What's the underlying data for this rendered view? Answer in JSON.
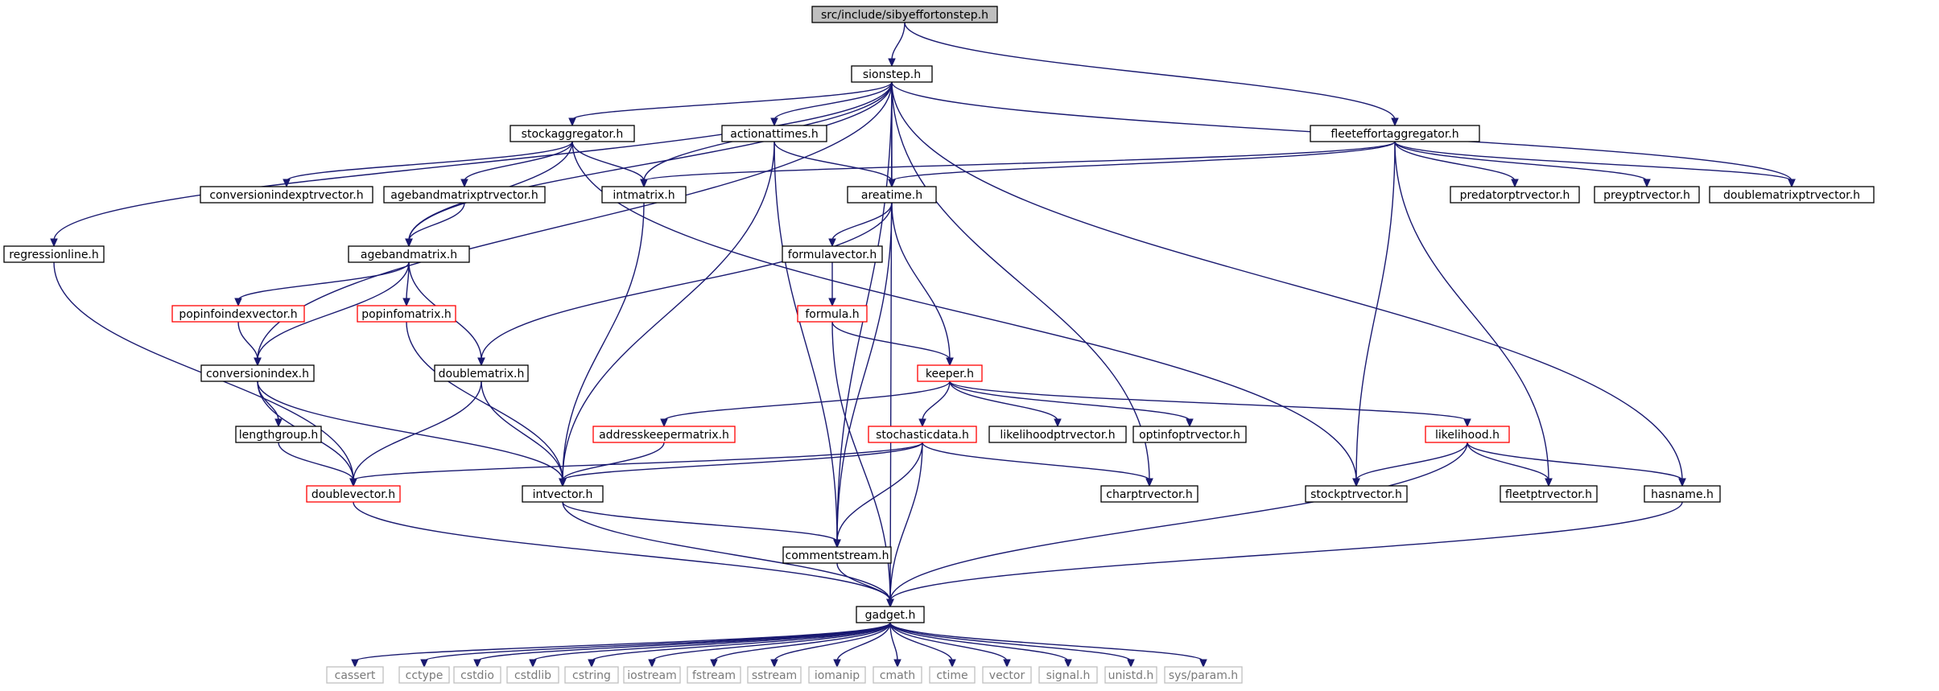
{
  "graph": {
    "colors": {
      "edge": "#191970",
      "node_border": "#000000",
      "incomplete_border": "#ff0000",
      "system_border": "#bfbfbf",
      "root_fill": "#bfbfbf",
      "fill": "#ffffff",
      "system_text": "#7a7a7a"
    },
    "nodes": [
      {
        "id": "root",
        "label": "src/include/sibyeffortonstep.h",
        "kind": "root"
      },
      {
        "id": "sionstep",
        "label": "sionstep.h",
        "kind": "normal"
      },
      {
        "id": "stockaggregator",
        "label": "stockaggregator.h",
        "kind": "normal"
      },
      {
        "id": "actionattimes",
        "label": "actionattimes.h",
        "kind": "normal"
      },
      {
        "id": "fleeteffortaggregator",
        "label": "fleeteffortaggregator.h",
        "kind": "normal"
      },
      {
        "id": "conversionindexptrvector",
        "label": "conversionindexptrvector.h",
        "kind": "normal"
      },
      {
        "id": "agebandmatrixptrvector",
        "label": "agebandmatrixptrvector.h",
        "kind": "normal"
      },
      {
        "id": "intmatrix",
        "label": "intmatrix.h",
        "kind": "normal"
      },
      {
        "id": "areatime",
        "label": "areatime.h",
        "kind": "normal"
      },
      {
        "id": "predatorptrvector",
        "label": "predatorptrvector.h",
        "kind": "normal"
      },
      {
        "id": "preyptrvector",
        "label": "preyptrvector.h",
        "kind": "normal"
      },
      {
        "id": "doublematrixptrvector",
        "label": "doublematrixptrvector.h",
        "kind": "normal"
      },
      {
        "id": "regressionline",
        "label": "regressionline.h",
        "kind": "normal"
      },
      {
        "id": "agebandmatrix",
        "label": "agebandmatrix.h",
        "kind": "normal"
      },
      {
        "id": "formulavector",
        "label": "formulavector.h",
        "kind": "normal"
      },
      {
        "id": "popinfoindexvector",
        "label": "popinfoindexvector.h",
        "kind": "incomplete"
      },
      {
        "id": "popinfomatrix",
        "label": "popinfomatrix.h",
        "kind": "incomplete"
      },
      {
        "id": "formula",
        "label": "formula.h",
        "kind": "incomplete"
      },
      {
        "id": "conversionindex",
        "label": "conversionindex.h",
        "kind": "normal"
      },
      {
        "id": "doublematrix",
        "label": "doublematrix.h",
        "kind": "normal"
      },
      {
        "id": "keeper",
        "label": "keeper.h",
        "kind": "incomplete"
      },
      {
        "id": "lengthgroup",
        "label": "lengthgroup.h",
        "kind": "normal"
      },
      {
        "id": "addresskeepermatrix",
        "label": "addresskeepermatrix.h",
        "kind": "incomplete"
      },
      {
        "id": "stochasticdata",
        "label": "stochasticdata.h",
        "kind": "incomplete"
      },
      {
        "id": "likelihoodptrvector",
        "label": "likelihoodptrvector.h",
        "kind": "normal"
      },
      {
        "id": "optinfoptrvector",
        "label": "optinfoptrvector.h",
        "kind": "normal"
      },
      {
        "id": "likelihood",
        "label": "likelihood.h",
        "kind": "incomplete"
      },
      {
        "id": "doublevector",
        "label": "doublevector.h",
        "kind": "incomplete"
      },
      {
        "id": "intvector",
        "label": "intvector.h",
        "kind": "normal"
      },
      {
        "id": "charptrvector",
        "label": "charptrvector.h",
        "kind": "normal"
      },
      {
        "id": "stockptrvector",
        "label": "stockptrvector.h",
        "kind": "normal"
      },
      {
        "id": "fleetptrvector",
        "label": "fleetptrvector.h",
        "kind": "normal"
      },
      {
        "id": "hasname",
        "label": "hasname.h",
        "kind": "normal"
      },
      {
        "id": "commentstream",
        "label": "commentstream.h",
        "kind": "normal"
      },
      {
        "id": "gadget",
        "label": "gadget.h",
        "kind": "normal"
      },
      {
        "id": "cassert",
        "label": "cassert",
        "kind": "system"
      },
      {
        "id": "cctype",
        "label": "cctype",
        "kind": "system"
      },
      {
        "id": "cstdio",
        "label": "cstdio",
        "kind": "system"
      },
      {
        "id": "cstdlib",
        "label": "cstdlib",
        "kind": "system"
      },
      {
        "id": "cstring",
        "label": "cstring",
        "kind": "system"
      },
      {
        "id": "iostream",
        "label": "iostream",
        "kind": "system"
      },
      {
        "id": "fstream",
        "label": "fstream",
        "kind": "system"
      },
      {
        "id": "sstream",
        "label": "sstream",
        "kind": "system"
      },
      {
        "id": "iomanip",
        "label": "iomanip",
        "kind": "system"
      },
      {
        "id": "cmath",
        "label": "cmath",
        "kind": "system"
      },
      {
        "id": "ctime",
        "label": "ctime",
        "kind": "system"
      },
      {
        "id": "vector",
        "label": "vector",
        "kind": "system"
      },
      {
        "id": "signal",
        "label": "signal.h",
        "kind": "system"
      },
      {
        "id": "unistd",
        "label": "unistd.h",
        "kind": "system"
      },
      {
        "id": "sysparam",
        "label": "sys/param.h",
        "kind": "system"
      }
    ],
    "edges": [
      [
        "root",
        "sionstep"
      ],
      [
        "root",
        "fleeteffortaggregator"
      ],
      [
        "sionstep",
        "stockaggregator"
      ],
      [
        "sionstep",
        "actionattimes"
      ],
      [
        "sionstep",
        "intmatrix"
      ],
      [
        "sionstep",
        "areatime"
      ],
      [
        "sionstep",
        "doublematrixptrvector"
      ],
      [
        "sionstep",
        "regressionline"
      ],
      [
        "sionstep",
        "agebandmatrix"
      ],
      [
        "sionstep",
        "conversionindex"
      ],
      [
        "sionstep",
        "charptrvector"
      ],
      [
        "sionstep",
        "commentstream"
      ],
      [
        "sionstep",
        "hasname"
      ],
      [
        "sionstep",
        "gadget"
      ],
      [
        "stockaggregator",
        "conversionindexptrvector"
      ],
      [
        "stockaggregator",
        "agebandmatrixptrvector"
      ],
      [
        "stockaggregator",
        "intmatrix"
      ],
      [
        "stockaggregator",
        "agebandmatrix"
      ],
      [
        "stockaggregator",
        "stockptrvector"
      ],
      [
        "actionattimes",
        "areatime"
      ],
      [
        "actionattimes",
        "intvector"
      ],
      [
        "actionattimes",
        "commentstream"
      ],
      [
        "fleeteffortaggregator",
        "intmatrix"
      ],
      [
        "fleeteffortaggregator",
        "areatime"
      ],
      [
        "fleeteffortaggregator",
        "predatorptrvector"
      ],
      [
        "fleeteffortaggregator",
        "preyptrvector"
      ],
      [
        "fleeteffortaggregator",
        "doublematrixptrvector"
      ],
      [
        "fleeteffortaggregator",
        "stockptrvector"
      ],
      [
        "fleeteffortaggregator",
        "fleetptrvector"
      ],
      [
        "agebandmatrixptrvector",
        "agebandmatrix"
      ],
      [
        "intmatrix",
        "intvector"
      ],
      [
        "areatime",
        "formulavector"
      ],
      [
        "areatime",
        "doublematrix"
      ],
      [
        "areatime",
        "keeper"
      ],
      [
        "areatime",
        "commentstream"
      ],
      [
        "regressionline",
        "doublevector"
      ],
      [
        "agebandmatrix",
        "popinfoindexvector"
      ],
      [
        "agebandmatrix",
        "popinfomatrix"
      ],
      [
        "agebandmatrix",
        "conversionindex"
      ],
      [
        "agebandmatrix",
        "doublematrix"
      ],
      [
        "formulavector",
        "formula"
      ],
      [
        "popinfoindexvector",
        "conversionindex"
      ],
      [
        "popinfomatrix",
        "intvector"
      ],
      [
        "formula",
        "keeper"
      ],
      [
        "formula",
        "gadget"
      ],
      [
        "conversionindex",
        "lengthgroup"
      ],
      [
        "conversionindex",
        "doublevector"
      ],
      [
        "conversionindex",
        "intvector"
      ],
      [
        "doublematrix",
        "doublevector"
      ],
      [
        "doublematrix",
        "intvector"
      ],
      [
        "keeper",
        "addresskeepermatrix"
      ],
      [
        "keeper",
        "stochasticdata"
      ],
      [
        "keeper",
        "likelihoodptrvector"
      ],
      [
        "keeper",
        "optinfoptrvector"
      ],
      [
        "keeper",
        "likelihood"
      ],
      [
        "lengthgroup",
        "doublevector"
      ],
      [
        "addresskeepermatrix",
        "intvector"
      ],
      [
        "stochasticdata",
        "doublevector"
      ],
      [
        "stochasticdata",
        "intvector"
      ],
      [
        "stochasticdata",
        "charptrvector"
      ],
      [
        "stochasticdata",
        "commentstream"
      ],
      [
        "stochasticdata",
        "gadget"
      ],
      [
        "likelihood",
        "stockptrvector"
      ],
      [
        "likelihood",
        "fleetptrvector"
      ],
      [
        "likelihood",
        "hasname"
      ],
      [
        "likelihood",
        "gadget"
      ],
      [
        "doublevector",
        "gadget"
      ],
      [
        "intvector",
        "commentstream"
      ],
      [
        "intvector",
        "gadget"
      ],
      [
        "commentstream",
        "gadget"
      ],
      [
        "hasname",
        "gadget"
      ],
      [
        "gadget",
        "cassert"
      ],
      [
        "gadget",
        "cctype"
      ],
      [
        "gadget",
        "cstdio"
      ],
      [
        "gadget",
        "cstdlib"
      ],
      [
        "gadget",
        "cstring"
      ],
      [
        "gadget",
        "iostream"
      ],
      [
        "gadget",
        "fstream"
      ],
      [
        "gadget",
        "sstream"
      ],
      [
        "gadget",
        "iomanip"
      ],
      [
        "gadget",
        "cmath"
      ],
      [
        "gadget",
        "ctime"
      ],
      [
        "gadget",
        "vector"
      ],
      [
        "gadget",
        "signal"
      ],
      [
        "gadget",
        "unistd"
      ],
      [
        "gadget",
        "sysparam"
      ]
    ]
  }
}
